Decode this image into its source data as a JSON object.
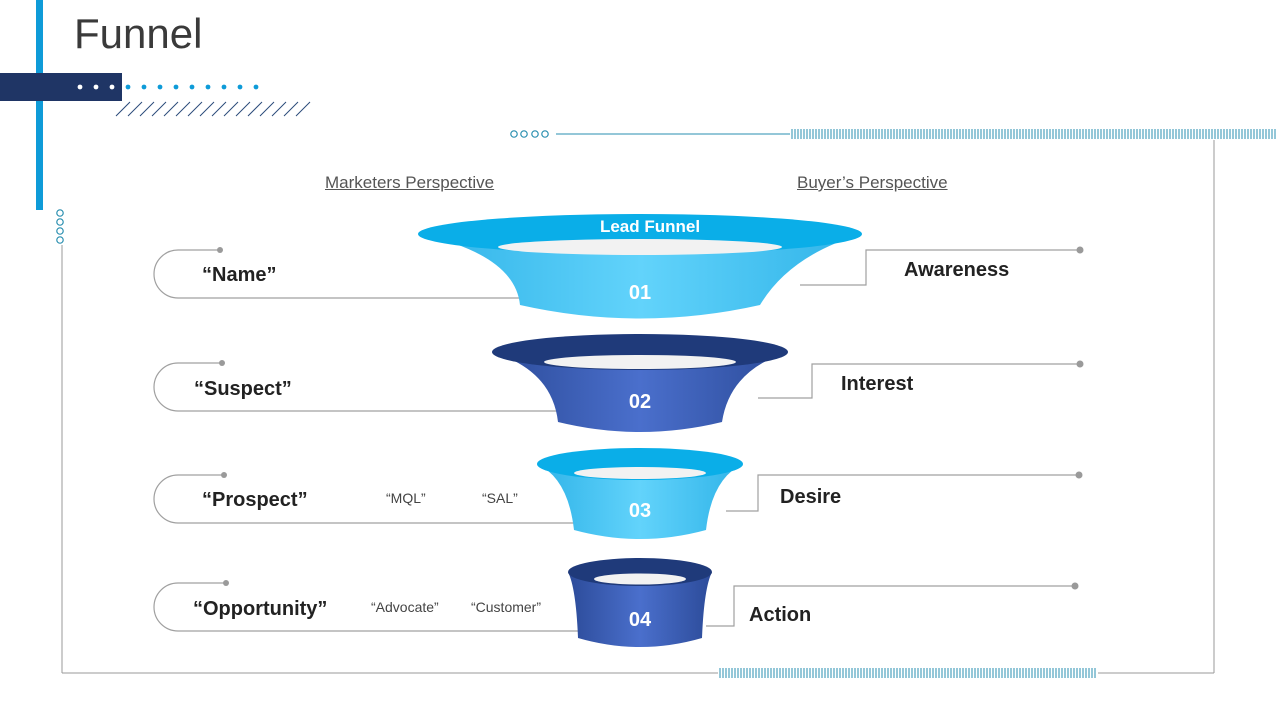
{
  "title": "Funnel",
  "perspectives": {
    "marketers": "Marketers Perspective",
    "buyers": "Buyer’s Perspective"
  },
  "funnel": {
    "title": "Lead Funnel",
    "stages": [
      {
        "number": "01",
        "marketer": "“Name”",
        "buyer": "Awareness",
        "sub": [],
        "colors": {
          "rim": "#0aaee8",
          "body": "#4dc9f4"
        }
      },
      {
        "number": "02",
        "marketer": "“Suspect”",
        "buyer": "Interest",
        "sub": [],
        "colors": {
          "rim": "#1f3a7a",
          "body": "#3e61b8"
        }
      },
      {
        "number": "03",
        "marketer": "“Prospect”",
        "buyer": "Desire",
        "sub": [
          "“MQL”",
          "“SAL”"
        ],
        "colors": {
          "rim": "#0aaee8",
          "body": "#4dc9f4"
        }
      },
      {
        "number": "04",
        "marketer": "“Opportunity”",
        "buyer": "Action",
        "sub": [
          "“Advocate”",
          "“Customer”"
        ],
        "colors": {
          "rim": "#1f3a7a",
          "body": "#3e61b8"
        }
      }
    ]
  },
  "colors": {
    "accent_blue": "#0e9bd8",
    "navy": "#1f3565",
    "line_gray": "#9a9a9a",
    "teal_line": "#2a8fb0"
  }
}
